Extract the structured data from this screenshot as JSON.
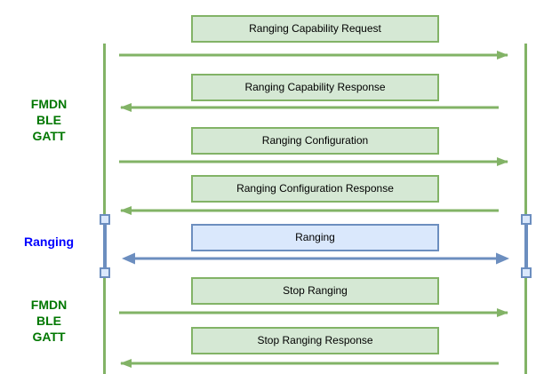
{
  "diagram": {
    "type": "sequence-diagram",
    "side_labels": [
      {
        "id": "fmdn-ble-gatt-top",
        "lines": [
          "FMDN",
          "BLE",
          "GATT"
        ],
        "color": "#007700"
      },
      {
        "id": "ranging-section",
        "lines": [
          "Ranging"
        ],
        "color": "#0000ff"
      },
      {
        "id": "fmdn-ble-gatt-bottom",
        "lines": [
          "FMDN",
          "BLE",
          "GATT"
        ],
        "color": "#007700"
      }
    ],
    "messages": [
      {
        "label": "Ranging Capability Request",
        "direction": "right",
        "style": "green"
      },
      {
        "label": "Ranging Capability Response",
        "direction": "left",
        "style": "green"
      },
      {
        "label": "Ranging Configuration",
        "direction": "right",
        "style": "green"
      },
      {
        "label": "Ranging Configuration Response",
        "direction": "left",
        "style": "green"
      },
      {
        "label": "Ranging",
        "direction": "bidirectional",
        "style": "blue"
      },
      {
        "label": "Stop Ranging",
        "direction": "right",
        "style": "green"
      },
      {
        "label": "Stop Ranging Response",
        "direction": "left",
        "style": "green"
      }
    ],
    "colors": {
      "green_box_fill": "#d5e8d4",
      "green_box_border": "#82b366",
      "green_arrow": "#82b366",
      "blue_box_fill": "#dae8fc",
      "blue_box_border": "#6c8ebf",
      "blue_arrow": "#6c8ebf",
      "lifeline": "#82b366",
      "green_label_text": "#007700",
      "blue_label_text": "#0000ff"
    }
  }
}
